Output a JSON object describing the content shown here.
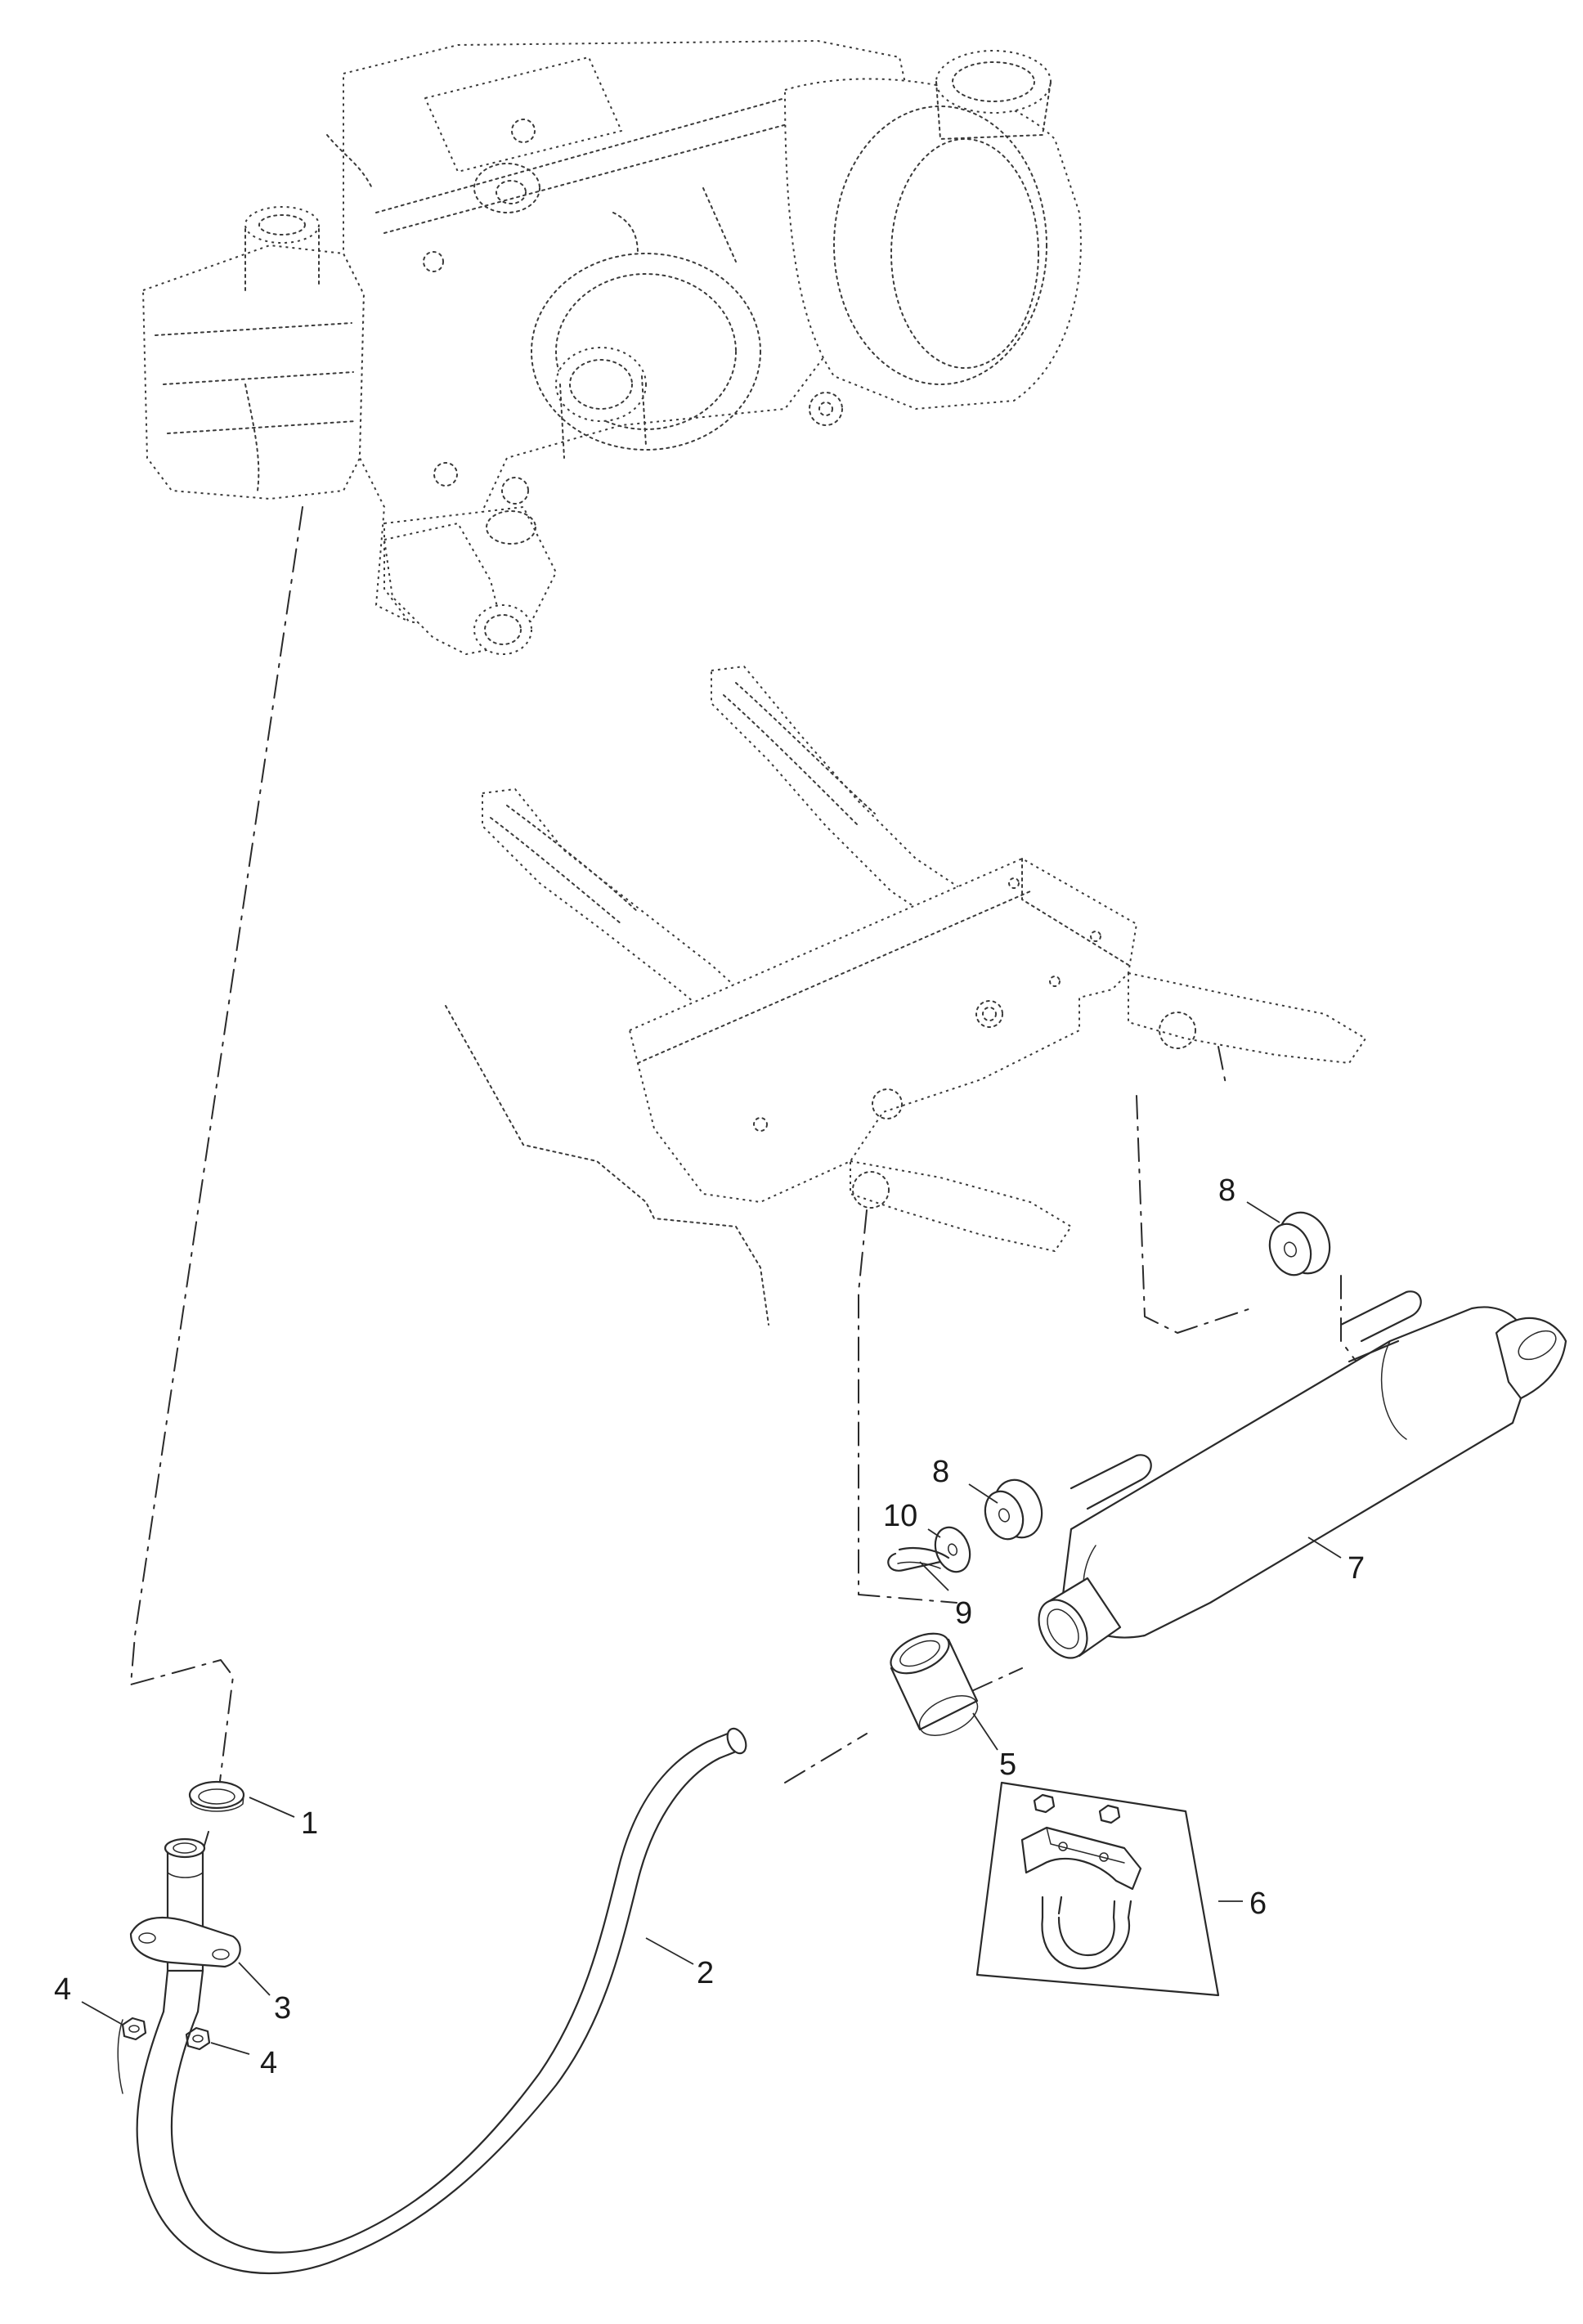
{
  "callouts": {
    "c1": "1",
    "c2": "2",
    "c3": "3",
    "c4a": "4",
    "c4b": "4",
    "c5": "5",
    "c6": "6",
    "c7": "7",
    "c8a": "8",
    "c8b": "8",
    "c9": "9",
    "c10": "10"
  }
}
